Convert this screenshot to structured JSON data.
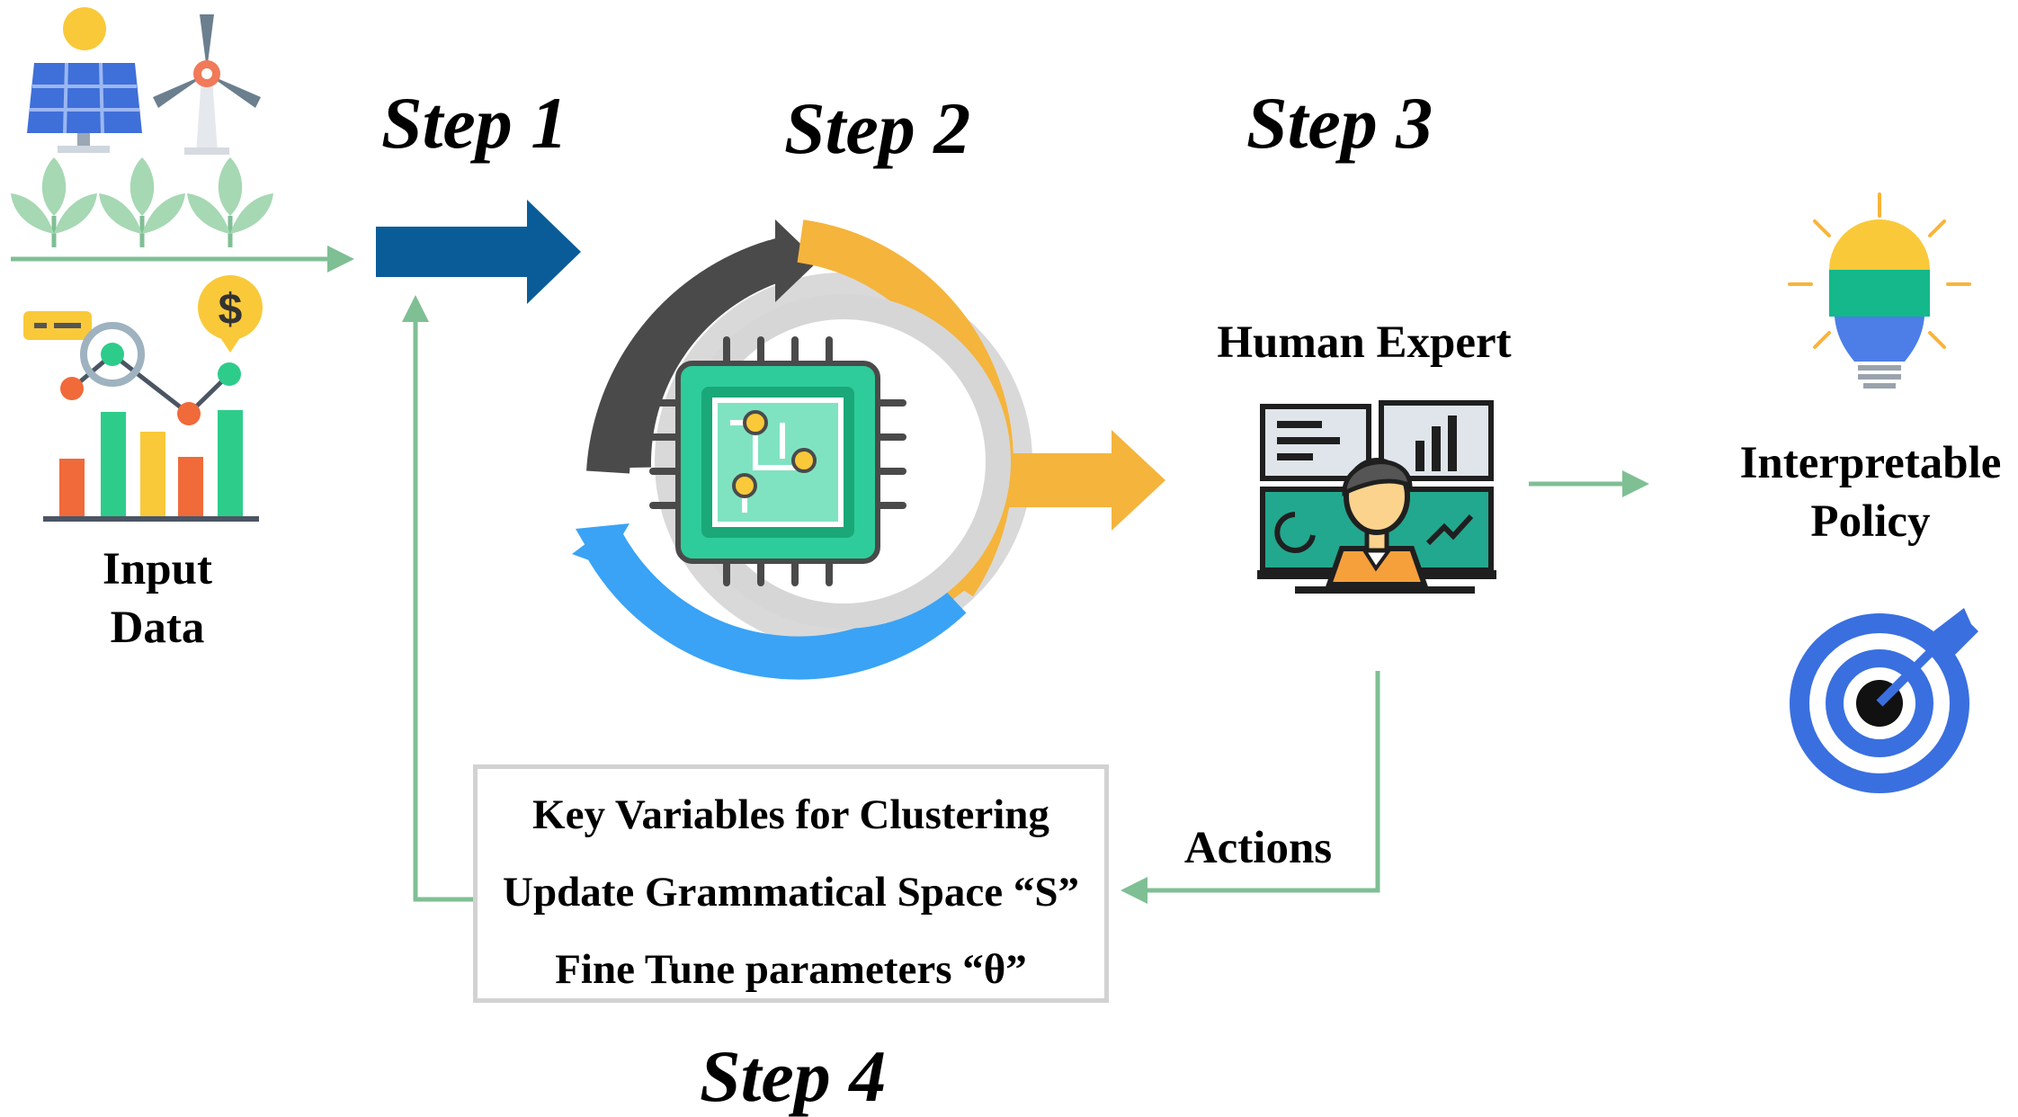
{
  "steps": {
    "step1": "Step 1",
    "step2": "Step 2",
    "step3": "Step 3",
    "step4": "Step 4"
  },
  "input": {
    "line1": "Input",
    "line2": "Data",
    "currency_symbol": "$"
  },
  "expert": {
    "label": "Human Expert"
  },
  "output": {
    "line1": "Interpretable",
    "line2": "Policy"
  },
  "feedback": {
    "actions_label": "Actions",
    "items": [
      "Key Variables for Clustering",
      "Update Grammatical Space “S”",
      "Fine Tune parameters “θ”"
    ]
  },
  "colors": {
    "flow_arrow": "#7fbf94",
    "step1_arrow": "#0a5c99",
    "cycle_dark": "#4a4a4a",
    "cycle_orange": "#f5b43c",
    "cycle_blue": "#3aa3f5",
    "chip_green": "#2ecc9a",
    "bulb_yellow": "#f9c93a",
    "bulb_green": "#14b88a",
    "bulb_blue": "#4d7ee8",
    "target_blue": "#3a6fe0"
  }
}
